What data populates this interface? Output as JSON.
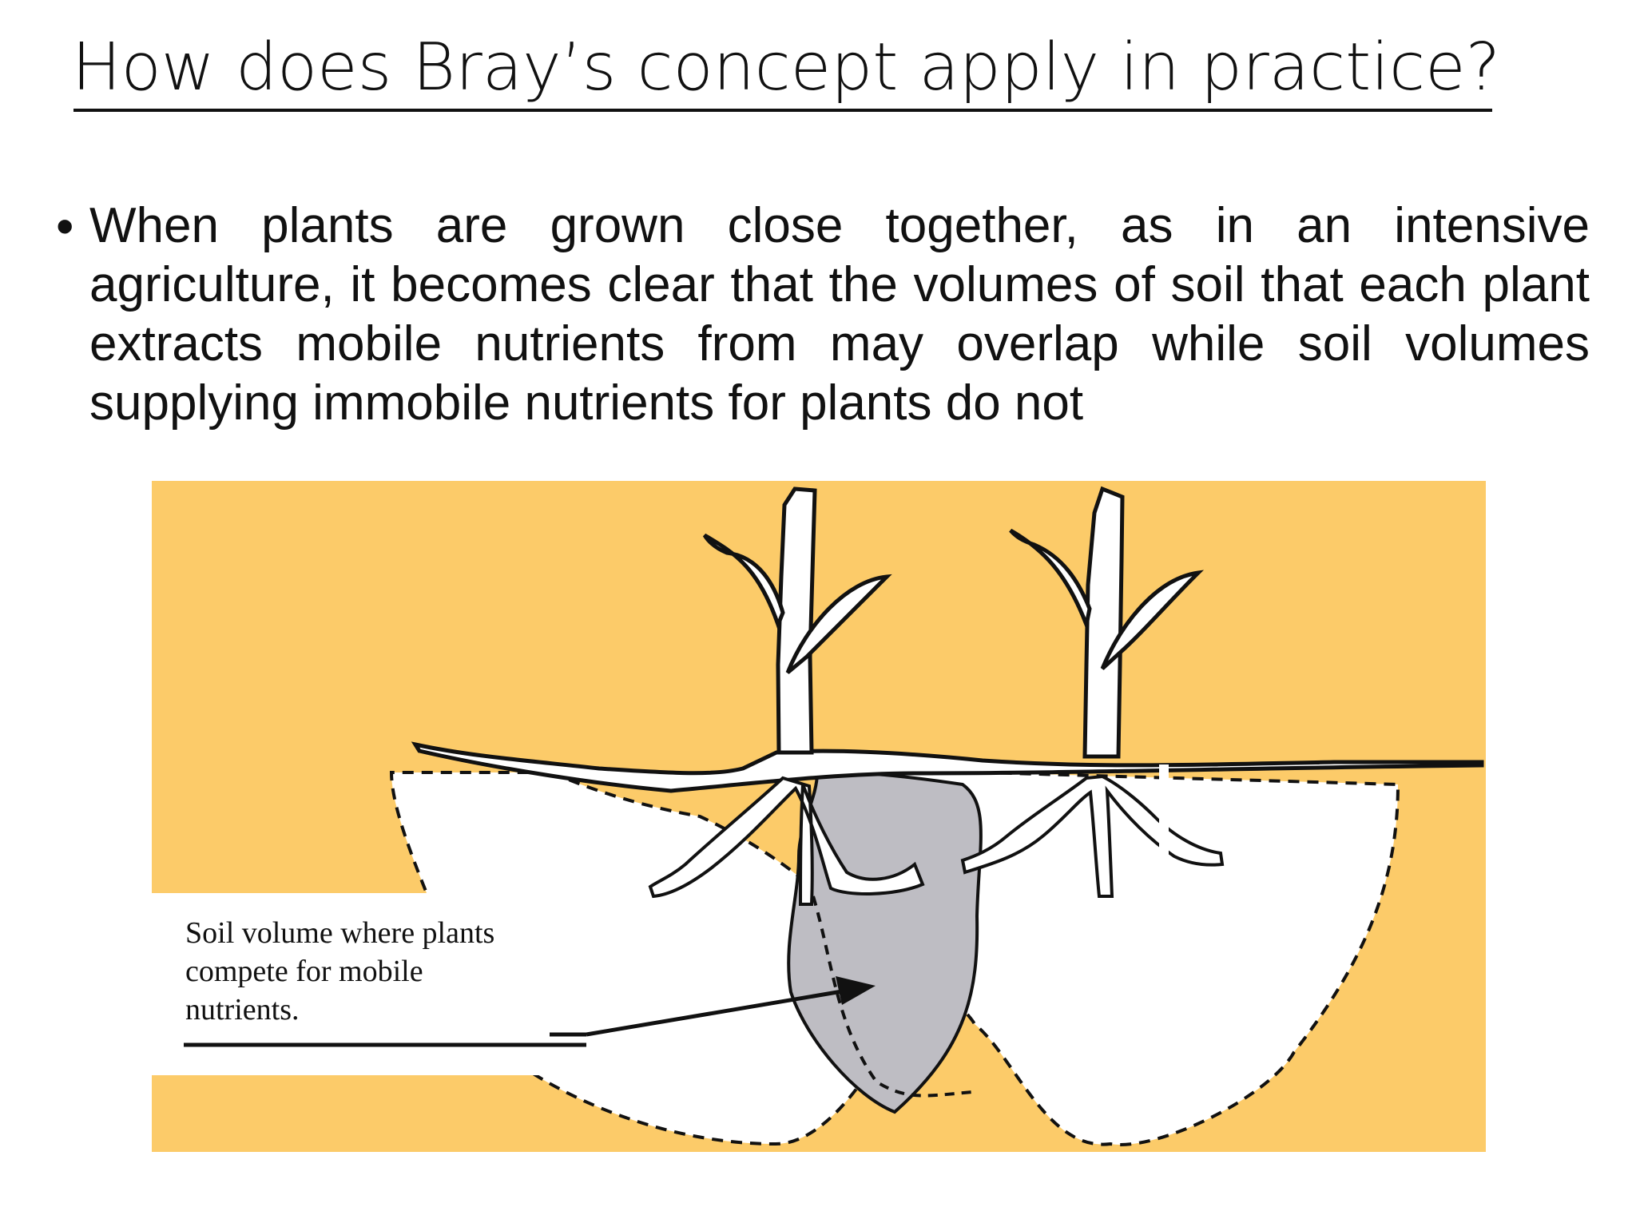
{
  "slide": {
    "title": "How does Bray’s concept apply in practice?",
    "bullet": "When plants are grown close together, as in an intensive agriculture, it becomes clear that the volumes of soil that each plant extracts mobile nutrients from may overlap while soil volumes supplying immobile nutrients for plants do not"
  },
  "diagram": {
    "label": "Soil volume where plants compete for mobile nutrients.",
    "colors": {
      "background": "#fccb69",
      "overlap": "#bebdc3",
      "soil_volume": "#ffffff",
      "stroke": "#111111"
    }
  }
}
